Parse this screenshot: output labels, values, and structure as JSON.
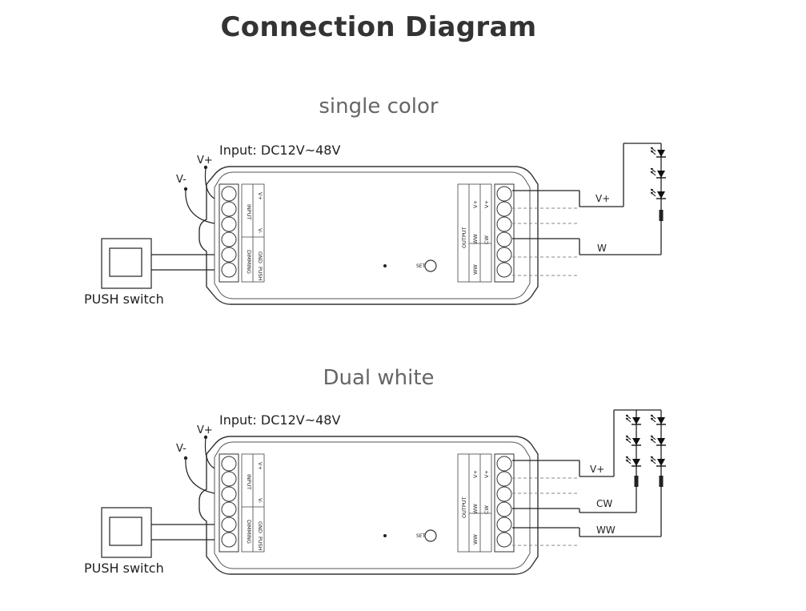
{
  "page": {
    "title": "Connection Diagram"
  },
  "diagrams": [
    {
      "id": "single",
      "title": "single color",
      "input_label": "Input: DC12V~48V",
      "vplus": "V+",
      "vminus": "V-",
      "push_switch": "PUSH switch",
      "input_block": {
        "header1": "INPUT",
        "header2": "DIMMING",
        "pins": [
          "V+",
          "V-",
          "GND",
          "PUSH"
        ]
      },
      "output_block": {
        "header": "OUTPUT",
        "col_a": [
          "V+",
          "WW",
          "WW"
        ],
        "col_b": [
          "V+",
          "CW"
        ]
      },
      "set_label": "SET",
      "wires": [
        "V+",
        "W"
      ]
    },
    {
      "id": "dual",
      "title": "Dual white",
      "input_label": "Input: DC12V~48V",
      "vplus": "V+",
      "vminus": "V-",
      "push_switch": "PUSH switch",
      "input_block": {
        "header1": "INPUT",
        "header2": "DIMMING",
        "pins": [
          "V+",
          "V-",
          "GND",
          "PUSH"
        ]
      },
      "output_block": {
        "header": "OUTPUT",
        "col_a": [
          "V+",
          "WW",
          "WW"
        ],
        "col_b": [
          "V+",
          "CW"
        ]
      },
      "set_label": "SET",
      "wires": [
        "V+",
        "CW",
        "WW"
      ]
    }
  ]
}
